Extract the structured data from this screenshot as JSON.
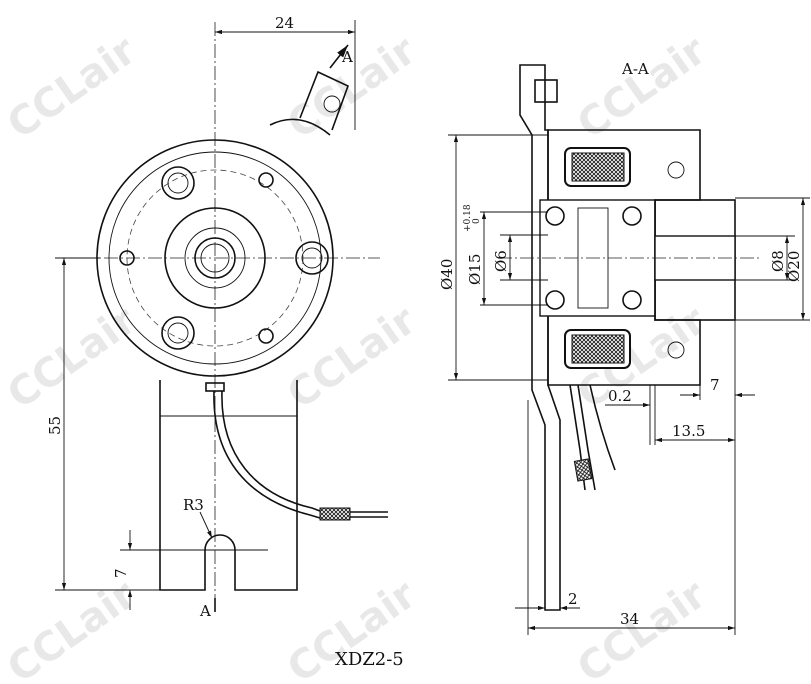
{
  "watermark": "CCLair",
  "title": "XDZ2-5",
  "section_label": "A-A",
  "front_view": {
    "dim_top": "24",
    "section_mark_top": "A",
    "section_mark_bottom": "A",
    "dim_height": "55",
    "dim_slot": "7",
    "radius": "R3"
  },
  "section_view": {
    "d_outer": "Ø40",
    "d_bore": "Ø15",
    "tol_upper": "+0.18",
    "tol_lower": "0",
    "d_inner": "Ø6",
    "d_shaft": "Ø8",
    "d_hub": "Ø20",
    "dim_7": "7",
    "gap": "0.2",
    "dim_13_5": "13.5",
    "plate": "2",
    "width": "34"
  }
}
